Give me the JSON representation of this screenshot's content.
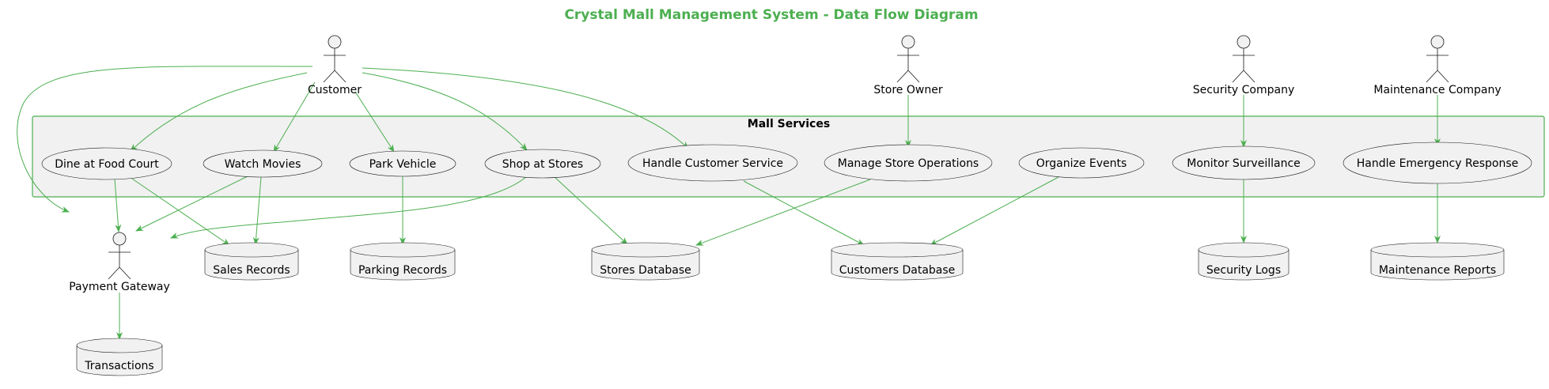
{
  "title": "Crystal Mall Management System - Data Flow Diagram",
  "accent_color": "#4CAF50",
  "package": {
    "label": "Mall Services"
  },
  "actors": [
    {
      "id": "customer",
      "label": "Customer"
    },
    {
      "id": "store_owner",
      "label": "Store Owner"
    },
    {
      "id": "security_company",
      "label": "Security Company"
    },
    {
      "id": "maintenance_company",
      "label": "Maintenance Company"
    },
    {
      "id": "payment_gateway",
      "label": "Payment Gateway"
    }
  ],
  "use_cases": [
    {
      "id": "dine",
      "label": "Dine at Food Court"
    },
    {
      "id": "movies",
      "label": "Watch Movies"
    },
    {
      "id": "park",
      "label": "Park Vehicle"
    },
    {
      "id": "shop",
      "label": "Shop at Stores"
    },
    {
      "id": "service",
      "label": "Handle Customer Service"
    },
    {
      "id": "manage",
      "label": "Manage Store Operations"
    },
    {
      "id": "events",
      "label": "Organize Events"
    },
    {
      "id": "surveil",
      "label": "Monitor Surveillance"
    },
    {
      "id": "emergency",
      "label": "Handle Emergency Response"
    }
  ],
  "databases": [
    {
      "id": "sales",
      "label": "Sales Records"
    },
    {
      "id": "parking",
      "label": "Parking Records"
    },
    {
      "id": "stores",
      "label": "Stores Database"
    },
    {
      "id": "customers",
      "label": "Customers Database"
    },
    {
      "id": "security_logs",
      "label": "Security Logs"
    },
    {
      "id": "maint_reports",
      "label": "Maintenance Reports"
    },
    {
      "id": "transactions",
      "label": "Transactions"
    }
  ],
  "flows": [
    [
      "customer",
      "dine"
    ],
    [
      "customer",
      "movies"
    ],
    [
      "customer",
      "park"
    ],
    [
      "customer",
      "shop"
    ],
    [
      "customer",
      "service"
    ],
    [
      "customer",
      "payment_gateway"
    ],
    [
      "store_owner",
      "manage"
    ],
    [
      "security_company",
      "surveil"
    ],
    [
      "maintenance_company",
      "emergency"
    ],
    [
      "dine",
      "payment_gateway"
    ],
    [
      "dine",
      "sales"
    ],
    [
      "movies",
      "payment_gateway"
    ],
    [
      "movies",
      "sales"
    ],
    [
      "park",
      "parking"
    ],
    [
      "shop",
      "payment_gateway"
    ],
    [
      "shop",
      "stores"
    ],
    [
      "service",
      "customers"
    ],
    [
      "manage",
      "stores"
    ],
    [
      "events",
      "customers"
    ],
    [
      "surveil",
      "security_logs"
    ],
    [
      "emergency",
      "maint_reports"
    ],
    [
      "payment_gateway",
      "transactions"
    ]
  ]
}
